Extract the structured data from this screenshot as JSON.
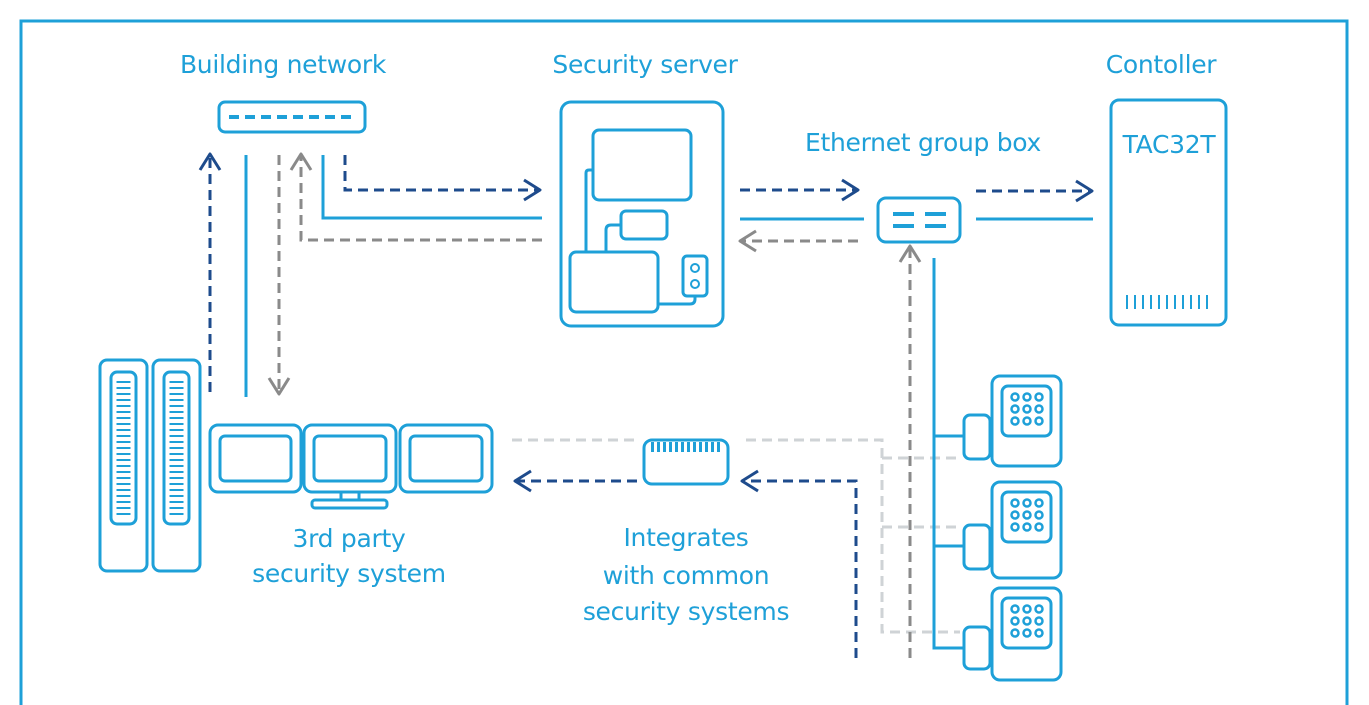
{
  "labels": {
    "building_network": "Building network",
    "security_server": "Security server",
    "controller": "Contoller",
    "ethernet_group_box": "Ethernet group box",
    "controller_model": "TAC32T",
    "third_party_line1": "3rd party",
    "third_party_line2": "security system",
    "integrates_line1": "Integrates",
    "integrates_line2": "with common",
    "integrates_line3": "security systems"
  },
  "colors": {
    "primary": "#1ea0d8",
    "dark_blue": "#1e4b8c",
    "gray": "#8a8a8a",
    "light_gray": "#cfd3d6",
    "background": "#ffffff"
  }
}
